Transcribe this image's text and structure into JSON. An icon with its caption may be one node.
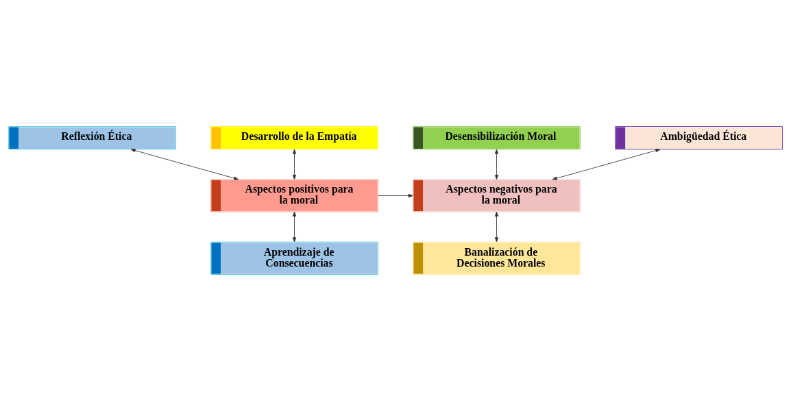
{
  "diagram": {
    "nodes": [
      {
        "text": [
          "Reflexión Ética"
        ]
      },
      {
        "text": [
          "Desensibilización Moral"
        ]
      },
      {
        "text": [
          "Desarrollo de la Empatía"
        ]
      },
      {
        "text": [
          "Ambigüedad Ética"
        ]
      },
      {
        "text": [
          "Aspectos positivos para la moral"
        ]
      },
      {
        "text": [
          "Aspectos negativos para la moral"
        ]
      },
      {
        "text": [
          "Aprendizaje de Consecuencias"
        ]
      },
      {
        "text": [
          "Banalización de Decisiones Morales"
        ]
      }
    ],
    "edges": [
      {
        "from": 0,
        "to": 4,
        "arrow": "both"
      },
      {
        "from": 2,
        "to": 4,
        "arrow": "both"
      },
      {
        "from": 4,
        "to": 5,
        "arrow": "to"
      },
      {
        "from": 1,
        "to": 5,
        "arrow": "both"
      },
      {
        "from": 3,
        "to": 5,
        "arrow": "both"
      },
      {
        "from": 4,
        "to": 6,
        "arrow": "both"
      },
      {
        "from": 5,
        "to": 7,
        "arrow": "both"
      }
    ]
  }
}
